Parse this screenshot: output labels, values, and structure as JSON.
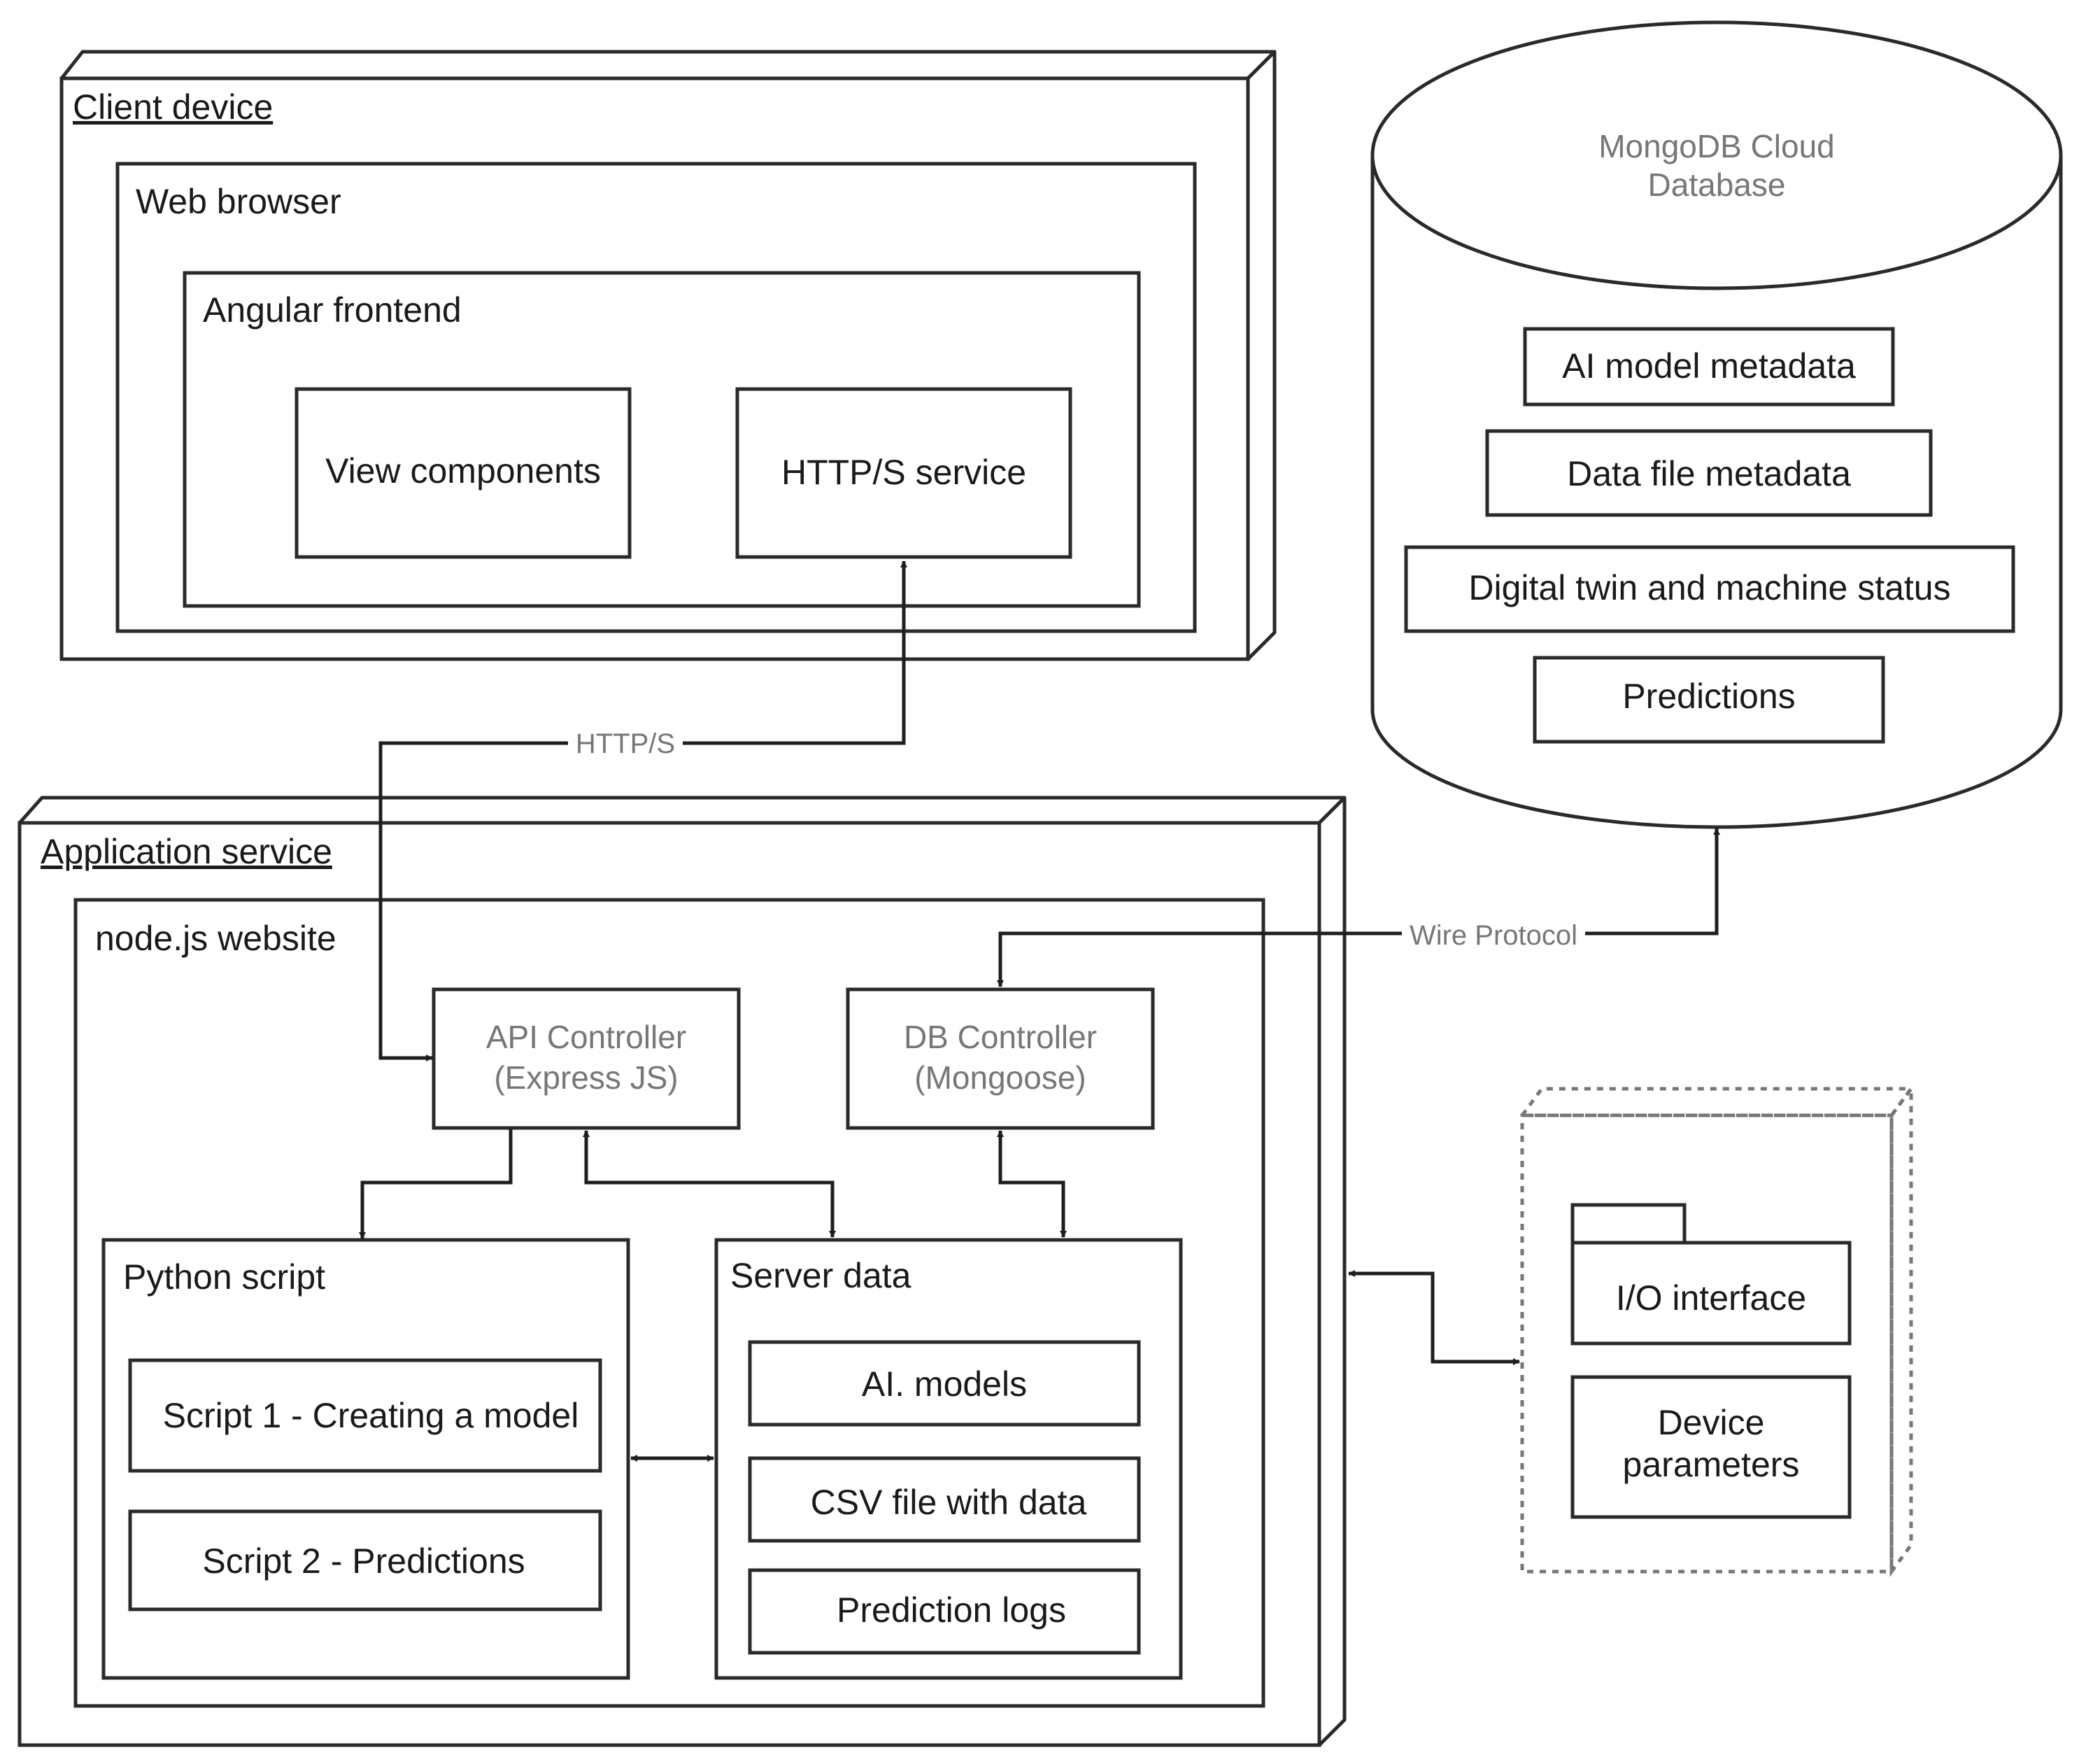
{
  "client_device": {
    "title": "Client device",
    "web_browser": {
      "title": "Web browser",
      "angular_frontend": {
        "title": "Angular frontend",
        "components": [
          "View components",
          "HTTP/S service"
        ]
      }
    }
  },
  "database": {
    "title_lines": [
      "MongoDB Cloud",
      "Database"
    ],
    "items": [
      "AI model metadata",
      "Data file metadata",
      "Digital twin and machine status",
      "Predictions"
    ]
  },
  "connections": {
    "http": "HTTP/S",
    "wire": "Wire Protocol"
  },
  "application_service": {
    "title": "Application service",
    "node_website": {
      "title": "node.js website",
      "api_controller": [
        "API Controller",
        "(Express JS)"
      ],
      "db_controller": [
        "DB Controller",
        "(Mongoose)"
      ],
      "python_script": {
        "title": "Python script",
        "items": [
          "Script 1 - Creating a model",
          "Script 2 - Predictions"
        ]
      },
      "server_data": {
        "title": "Server data",
        "items": [
          "AI. models",
          "CSV file with data",
          "Prediction logs"
        ]
      }
    }
  },
  "device": {
    "io_interface": "I/O interface",
    "device_parameters": [
      "Device",
      "parameters"
    ]
  },
  "colors": {
    "stroke": "#2a2a2a",
    "gray_text": "#777777"
  }
}
